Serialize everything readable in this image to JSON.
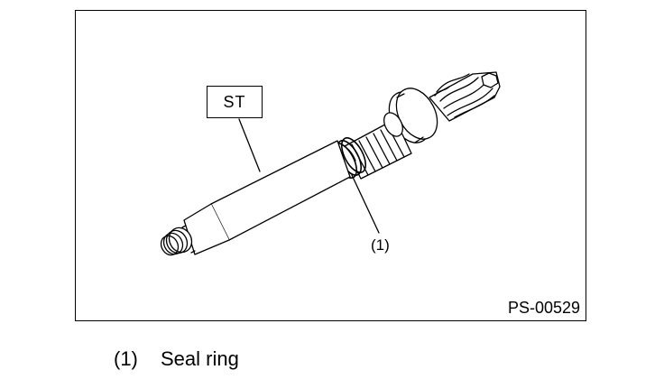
{
  "figure": {
    "callout_tool": "ST",
    "callout_part": "(1)",
    "figure_code": "PS-00529"
  },
  "legend": [
    {
      "number": "(1)",
      "label": "Seal ring"
    }
  ],
  "colors": {
    "line": "#000000",
    "background": "#ffffff"
  }
}
